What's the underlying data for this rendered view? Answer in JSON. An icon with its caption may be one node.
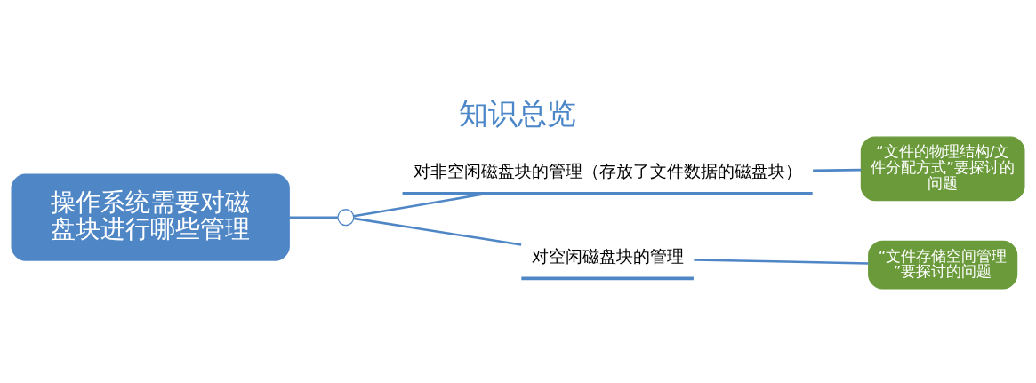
{
  "diagram": {
    "title": "知识总览",
    "nodes": [
      {
        "text": [
          "操作系统需要对磁盘块进行哪些管理"
        ]
      },
      {
        "text": [],
        "shape": "circle"
      },
      {
        "text": [
          "对非空闲磁盘块的管理（存放了文件数据的磁盘块）"
        ]
      },
      {
        "text": [
          "对空闲磁盘块的管理"
        ]
      },
      {
        "text": [
          "“文件的物理结构/文件分配方式”要探讨的问题"
        ]
      },
      {
        "text": [
          "“文件存储空间管理”要探讨的问题"
        ]
      }
    ],
    "edges": [
      {
        "from": 0,
        "to": 1,
        "arrow": "none"
      },
      {
        "from": 1,
        "to": 2,
        "arrow": "none"
      },
      {
        "from": 1,
        "to": 3,
        "arrow": "none"
      },
      {
        "from": 2,
        "to": 4,
        "arrow": "none"
      },
      {
        "from": 3,
        "to": 5,
        "arrow": "none"
      }
    ]
  }
}
